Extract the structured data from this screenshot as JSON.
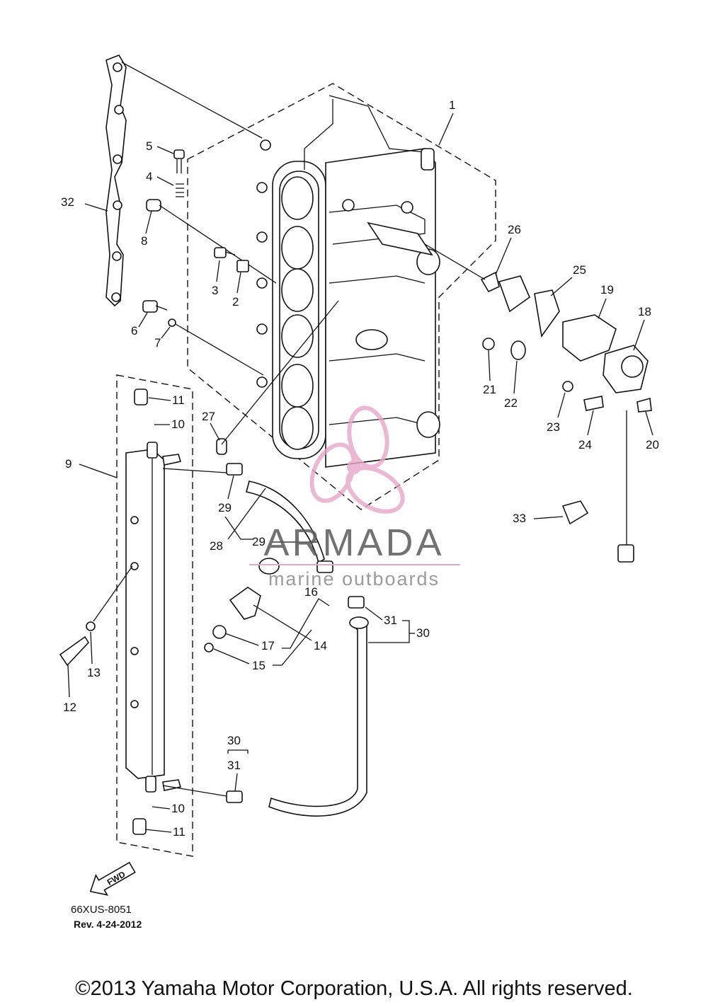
{
  "diagram": {
    "callouts": [
      "1",
      "2",
      "3",
      "4",
      "5",
      "6",
      "7",
      "8",
      "9",
      "10",
      "11",
      "12",
      "13",
      "14",
      "15",
      "16",
      "17",
      "18",
      "19",
      "20",
      "21",
      "22",
      "23",
      "24",
      "25",
      "26",
      "27",
      "28",
      "29",
      "30",
      "31",
      "32",
      "33"
    ],
    "fwd_label": "FWD",
    "part_code": "66XUS-8051",
    "revision": "Rev.   4-24-2012",
    "copyright": "©2013 Yamaha Motor Corporation, U.S.A. All rights reserved."
  },
  "watermark": {
    "brand": "ARMADA",
    "tagline": "marine outboards",
    "colors": {
      "brand": "#5a5a5a",
      "accent": "#e8a6c8"
    }
  }
}
